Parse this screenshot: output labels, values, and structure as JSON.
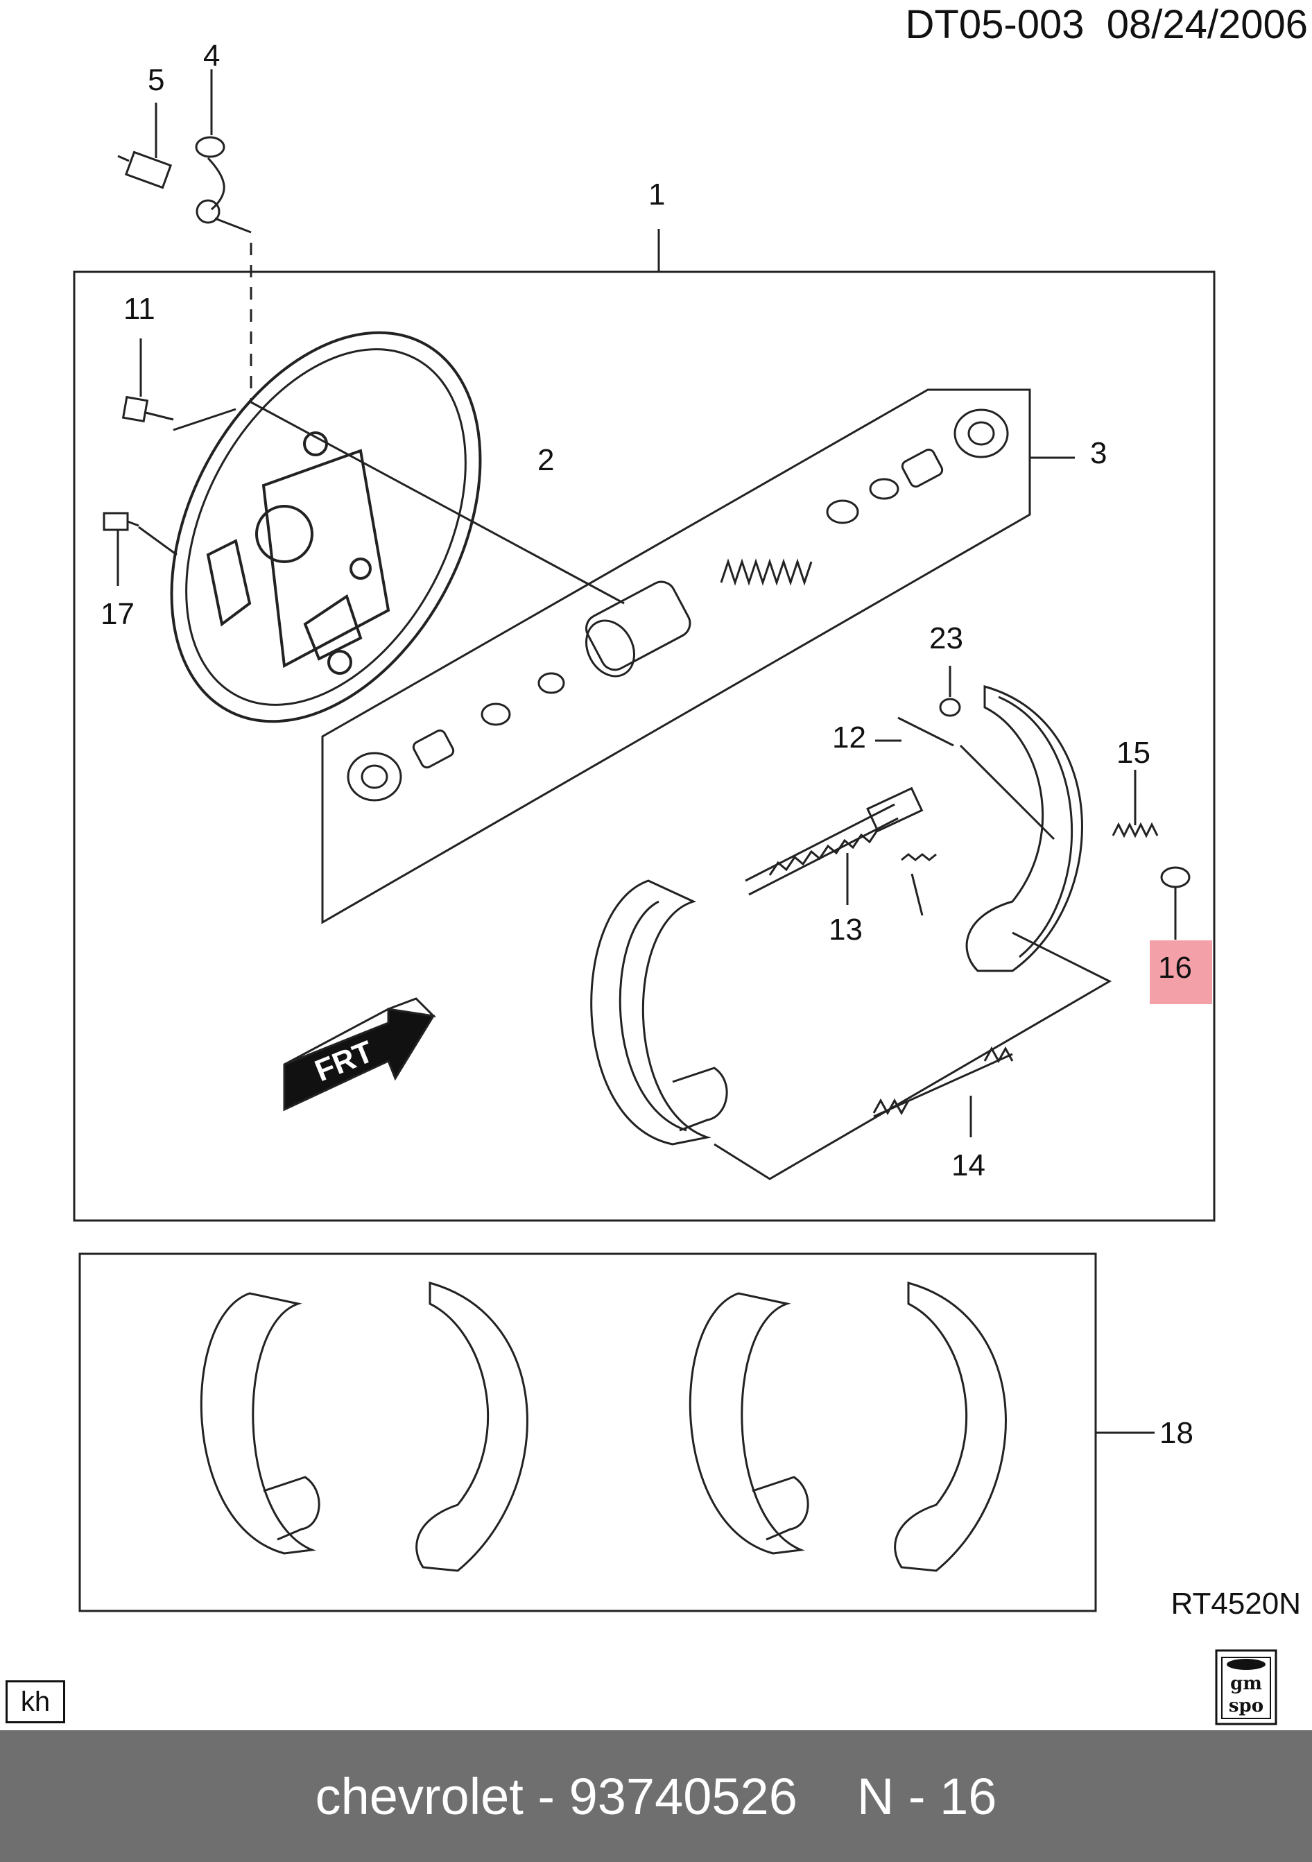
{
  "header": {
    "doc_id": "DT05-003",
    "date": "08/24/2006"
  },
  "diagram": {
    "ref_code": "RT4520N",
    "direction_arrow_label": "FRT",
    "callouts": [
      {
        "id": "c1",
        "label": "1"
      },
      {
        "id": "c2",
        "label": "2"
      },
      {
        "id": "c3",
        "label": "3"
      },
      {
        "id": "c4",
        "label": "4"
      },
      {
        "id": "c5",
        "label": "5"
      },
      {
        "id": "c11",
        "label": "11"
      },
      {
        "id": "c12",
        "label": "12"
      },
      {
        "id": "c13",
        "label": "13"
      },
      {
        "id": "c14",
        "label": "14"
      },
      {
        "id": "c15",
        "label": "15"
      },
      {
        "id": "c16",
        "label": "16"
      },
      {
        "id": "c17",
        "label": "17"
      },
      {
        "id": "c18",
        "label": "18"
      },
      {
        "id": "c23",
        "label": "23"
      }
    ],
    "highlight_callout": "16",
    "highlight_color": "#f4a0a8"
  },
  "badges": {
    "kh": "kh",
    "logo_top": "gm",
    "logo_bottom": "spo"
  },
  "footer": {
    "text": "chevrolet - 93740526",
    "page": "N - 16",
    "bg_color": "#6f6f6f"
  }
}
